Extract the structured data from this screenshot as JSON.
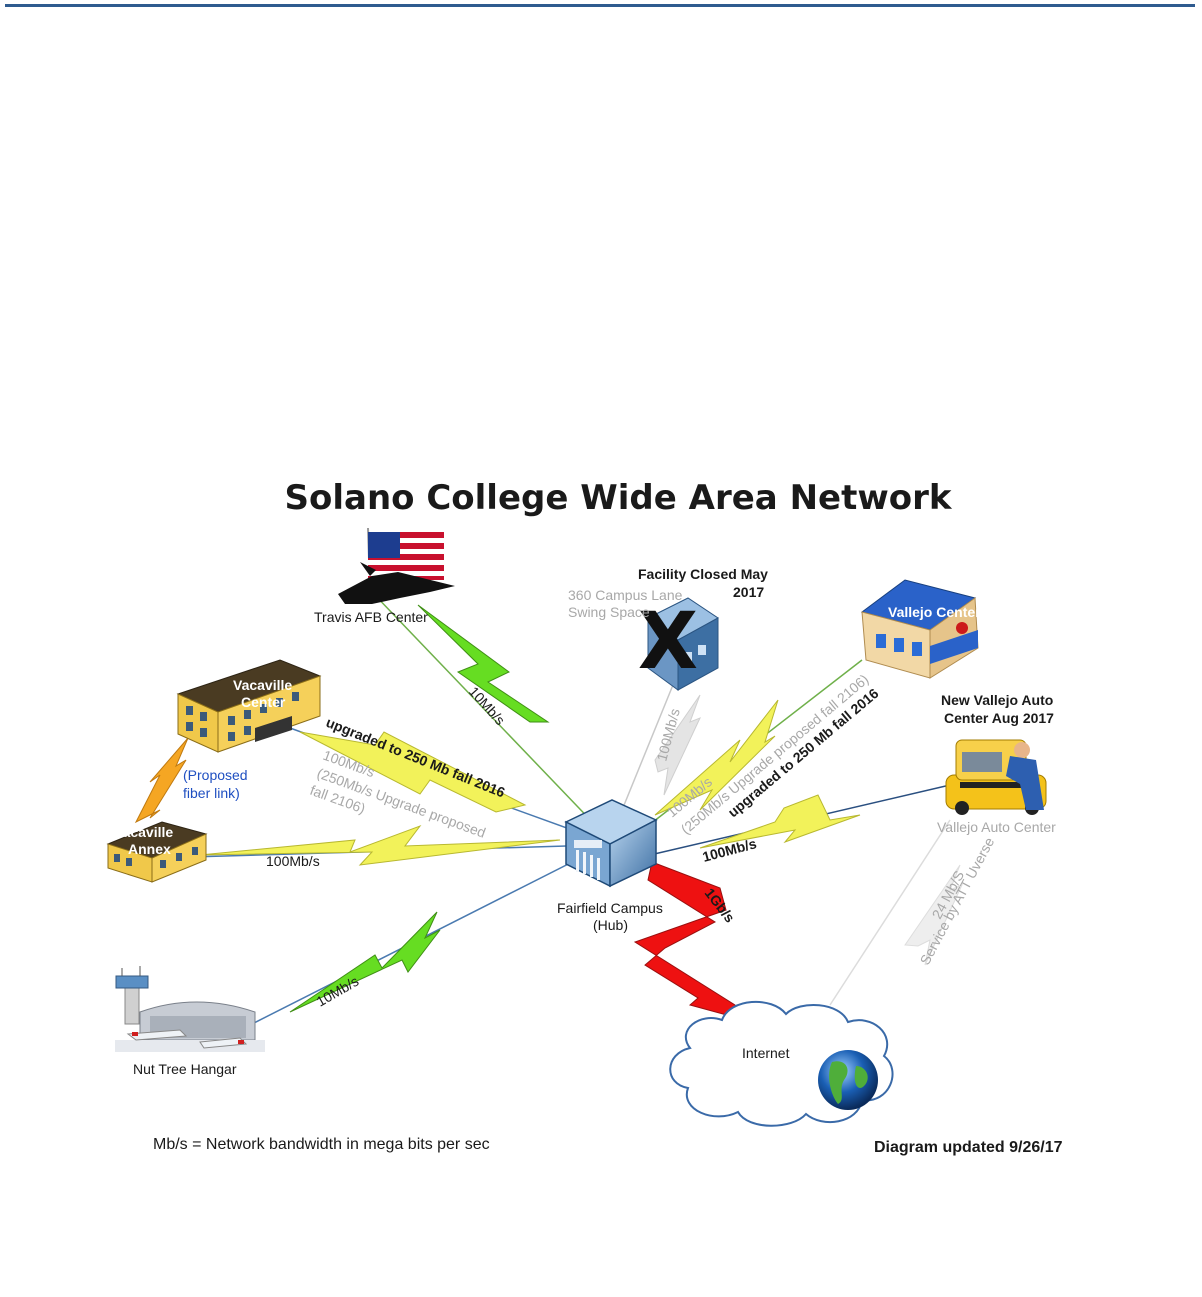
{
  "title": "Solano College  Wide Area Network",
  "hub": {
    "label_line1": "Fairfield Campus",
    "label_line2": "(Hub)"
  },
  "sites": {
    "travis": {
      "label": "Travis AFB Center",
      "link": "10Mb/s"
    },
    "campus_lane": {
      "label_line1": "360 Campus Lane",
      "label_line2": "Swing Space",
      "closed_line1": "Facility Closed May",
      "closed_line2": "2017",
      "x_mark": "X",
      "link": "100Mb/s"
    },
    "vallejo": {
      "label": "Vallejo Center",
      "link_grey1": "100Mb/s",
      "link_grey2": "(250Mb/s Upgrade proposed fall 2106)",
      "link_bold": "upgraded to 250 Mb fall 2016"
    },
    "vallejo_auto": {
      "new_line1": "New Vallejo Auto",
      "new_line2": "Center Aug 2017",
      "label": "Vallejo Auto Center",
      "link": "100Mb/s",
      "uverse_line1": "24 Mb/S",
      "uverse_line2": "Service by ATT Uverse"
    },
    "vacaville_center": {
      "label_line1": "Vacaville",
      "label_line2": "Center",
      "link_bold": "upgraded to 250 Mb fall 2016",
      "link_grey1": "100Mb/s",
      "link_grey2": "(250Mb/s Upgrade proposed",
      "link_grey3": "fall 2106)"
    },
    "vacaville_annex": {
      "label_line1": "Vacaville",
      "label_line2": "Annex",
      "link": "100Mb/s",
      "fiber_line1": "(Proposed",
      "fiber_line2": "fiber  link)"
    },
    "nut_tree": {
      "label": "Nut Tree Hangar",
      "link": "10Mb/s"
    },
    "internet": {
      "label": "Internet",
      "link": "1Gb/s"
    }
  },
  "legend": "Mb/s  = Network bandwidth in mega bits per sec",
  "updated": "Diagram updated 9/26/17",
  "colors": {
    "green": "#66dd22",
    "yellow": "#f2f25a",
    "red": "#ee1111",
    "orange": "#f5a623",
    "grey": "#dddddd",
    "accent": "#2f5b8f"
  }
}
